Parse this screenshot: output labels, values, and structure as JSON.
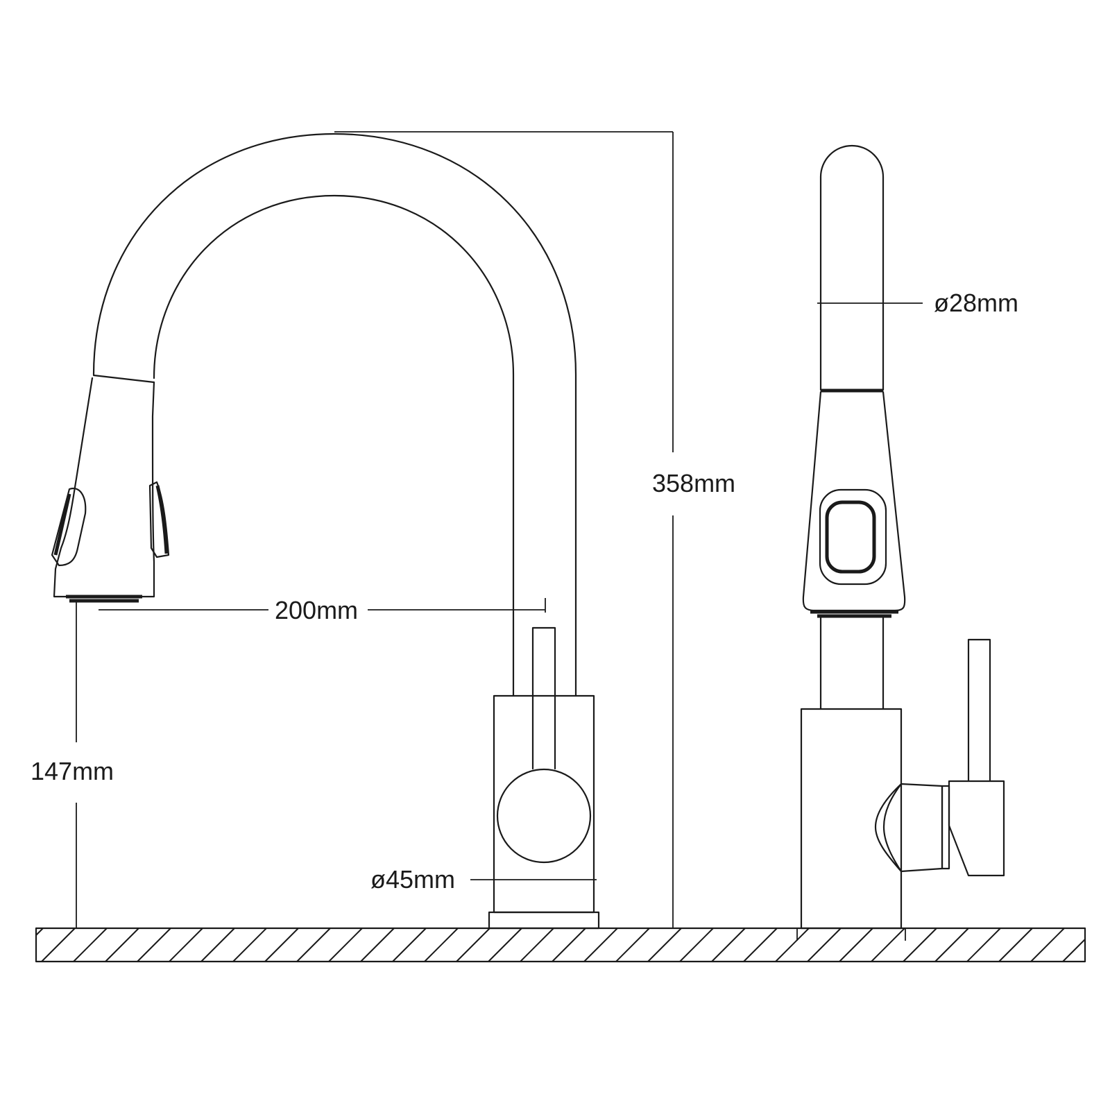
{
  "dimensions": {
    "height_total": "358mm",
    "reach": "200mm",
    "spout_height": "147mm",
    "base_diameter": "ø45mm",
    "spout_diameter": "ø28mm"
  },
  "colors": {
    "line": "#1a1a1a",
    "background": "#ffffff"
  }
}
